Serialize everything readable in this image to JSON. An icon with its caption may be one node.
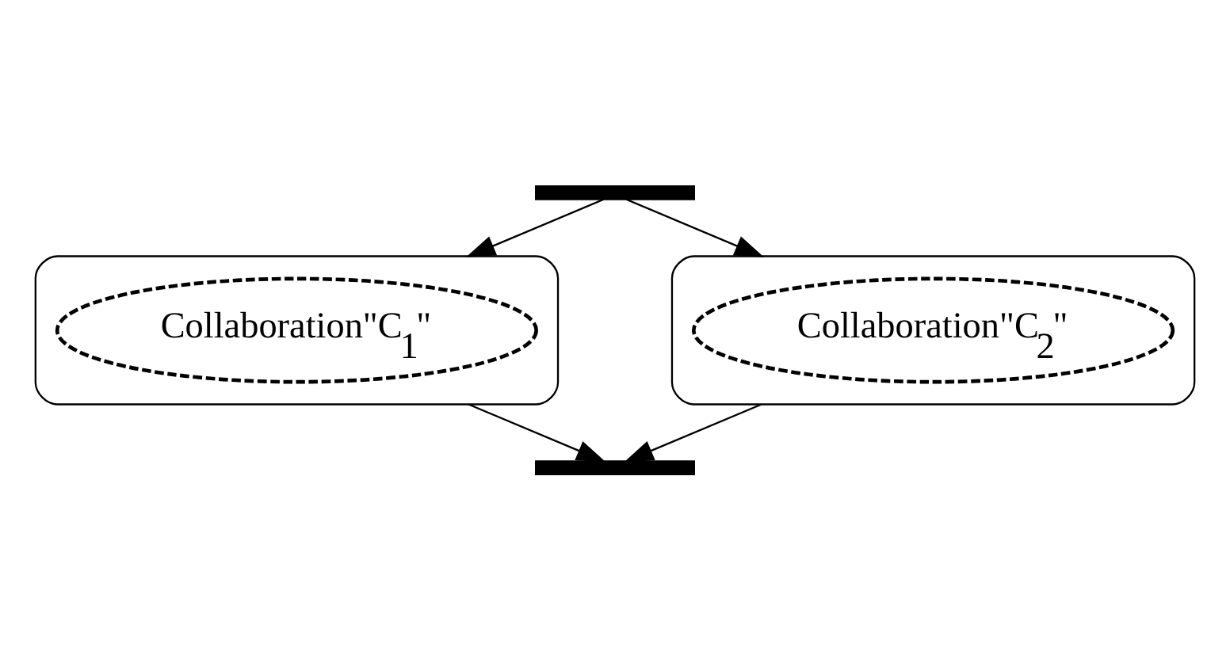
{
  "diagram": {
    "nodes": [
      {
        "text": [],
        "shape": "bar"
      },
      {
        "text": [],
        "shape": "box"
      },
      {
        "text": [
          "Collaboration\"C$_{1}$\""
        ],
        "in": 1
      },
      {
        "text": [],
        "shape": "box"
      },
      {
        "text": [
          "Collaboration\"C$_{2}$\""
        ],
        "in": 3
      },
      {
        "text": [],
        "shape": "bar"
      }
    ],
    "edges": [
      {
        "from": 0,
        "to": 1,
        "arrow": "to"
      },
      {
        "from": 0,
        "to": 3,
        "arrow": "to"
      },
      {
        "from": 1,
        "to": 5,
        "arrow": "to"
      },
      {
        "from": 3,
        "to": 5,
        "arrow": "to"
      }
    ]
  }
}
